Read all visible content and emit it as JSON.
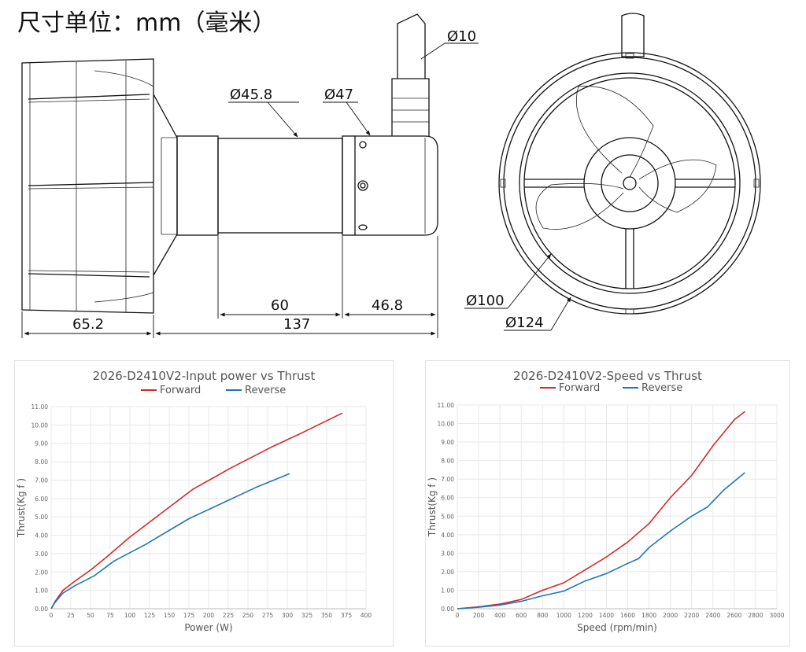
{
  "title": "尺寸单位：mm（毫米）",
  "drawing": {
    "dims": {
      "d10": "Ø10",
      "d45_8": "Ø45.8",
      "d47": "Ø47",
      "d100": "Ø100",
      "d124": "Ø124",
      "len60": "60",
      "len46_8": "46.8",
      "len65_2": "65.2",
      "len137": "137"
    }
  },
  "chart_data": [
    {
      "type": "line",
      "title": "2026-D2410V2-Input power vs Thrust",
      "xlabel": "Power (W)",
      "ylabel": "Thrust(Kg f )",
      "xlim": [
        0,
        400
      ],
      "ylim": [
        0,
        11
      ],
      "xticks": [
        "0",
        "25",
        "50",
        "75",
        "100",
        "125",
        "150",
        "175",
        "200",
        "225",
        "250",
        "275",
        "300",
        "325",
        "350",
        "375",
        "400"
      ],
      "yticks": [
        "0.00",
        "1.00",
        "2.00",
        "3.00",
        "4.00",
        "5.00",
        "6.00",
        "7.00",
        "8.00",
        "9.00",
        "10.00",
        "11.00"
      ],
      "legend": "top-center",
      "series": [
        {
          "name": "Forward",
          "color": "#d62728",
          "x": [
            0,
            5,
            15,
            30,
            50,
            70,
            100,
            140,
            180,
            230,
            280,
            320,
            370
          ],
          "y": [
            0,
            0.4,
            1.0,
            1.5,
            2.1,
            2.8,
            3.9,
            5.2,
            6.5,
            7.7,
            8.8,
            9.6,
            10.65
          ]
        },
        {
          "name": "Reverse",
          "color": "#1f77b4",
          "x": [
            0,
            5,
            15,
            30,
            55,
            80,
            120,
            175,
            220,
            260,
            303
          ],
          "y": [
            0,
            0.35,
            0.85,
            1.25,
            1.8,
            2.6,
            3.5,
            4.9,
            5.8,
            6.6,
            7.35
          ]
        }
      ]
    },
    {
      "type": "line",
      "title": "2026-D2410V2-Speed vs Thrust",
      "xlabel": "Speed (rpm/min)",
      "ylabel": "Thrust(Kg f )",
      "xlim": [
        0,
        3000
      ],
      "ylim": [
        0,
        11
      ],
      "xticks": [
        "0",
        "200",
        "400",
        "600",
        "800",
        "1000",
        "1200",
        "1400",
        "1600",
        "1800",
        "2000",
        "2200",
        "2400",
        "2600",
        "2800",
        "3000"
      ],
      "yticks": [
        "0.00",
        "1.00",
        "2.00",
        "3.00",
        "4.00",
        "5.00",
        "6.00",
        "7.00",
        "8.00",
        "9.00",
        "10.00",
        "11.00"
      ],
      "legend": "top-center",
      "series": [
        {
          "name": "Forward",
          "color": "#d62728",
          "x": [
            0,
            200,
            400,
            600,
            800,
            1000,
            1200,
            1400,
            1600,
            1800,
            2000,
            2200,
            2400,
            2600,
            2700
          ],
          "y": [
            0,
            0.1,
            0.25,
            0.5,
            1.0,
            1.4,
            2.1,
            2.8,
            3.6,
            4.6,
            6.0,
            7.2,
            8.8,
            10.2,
            10.65
          ]
        },
        {
          "name": "Reverse",
          "color": "#1f77b4",
          "x": [
            0,
            200,
            400,
            600,
            800,
            1000,
            1200,
            1400,
            1600,
            1700,
            1800,
            2000,
            2200,
            2350,
            2500,
            2700
          ],
          "y": [
            0,
            0.08,
            0.2,
            0.4,
            0.7,
            0.95,
            1.5,
            1.9,
            2.45,
            2.7,
            3.3,
            4.2,
            5.0,
            5.5,
            6.4,
            7.35
          ]
        }
      ]
    }
  ]
}
